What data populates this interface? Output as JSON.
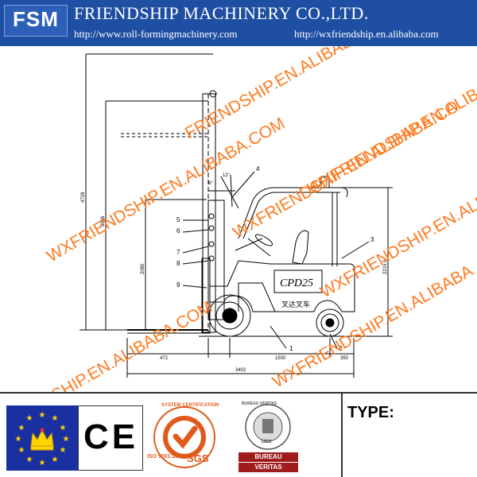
{
  "header": {
    "logo": "FSM",
    "company": "FRIENDSHIP MACHINERY CO.,LTD.",
    "url_left": "http://www.roll-formingmachinery.com",
    "url_right": "http://wxfriendship.en.alibaba.com"
  },
  "drawing": {
    "model_plate": "CPD25",
    "brand_plate": "叉达叉车",
    "callouts": [
      "1",
      "2",
      "3",
      "4",
      "5",
      "6",
      "7",
      "8",
      "9"
    ],
    "dimensions": {
      "overall_length": "3402",
      "front_overhang": "472",
      "wheelbase": "1500",
      "rear_overhang": "350",
      "height_total": "4728",
      "lift_height": "3966",
      "overhead_guard": "2080",
      "right_height": "2215.5",
      "tilt_fwd": "6°",
      "tilt_back": "12°"
    }
  },
  "watermarks": [
    "WXFRIENDSHIP.EN.ALIBABA.COM",
    "FRIENDSHIP.EN.ALIBABA.COM",
    "WXFRIENDSHIP.EN.ALIBABA.CO",
    "WXFRIENDSHIP.EN.ALIBABA.COM",
    "WXFRIENDSHIP.EN.ALIBABA",
    "SHIP.EN.ALIBABA.COM",
    "WXFRIENDSHIP.EN.ALIBABA"
  ],
  "footer": {
    "ce_mark": "CE",
    "sgs_badge": "SYSTEM CERTIFICATION",
    "sgs_iso": "ISO 9001:2000",
    "sgs_name": "SGS",
    "bv_top": "BUREAU VERITAS",
    "bv_year": "1828",
    "bv_line1": "BUREAU",
    "bv_line2": "VERITAS",
    "type_label": "TYPE:"
  },
  "colors": {
    "header_bg": "#1f4fa3",
    "watermark": "#ff7a1f",
    "eu_blue": "#1a2fa0",
    "sgs_orange": "#e05a1c",
    "bv_red": "#a01c1c"
  }
}
